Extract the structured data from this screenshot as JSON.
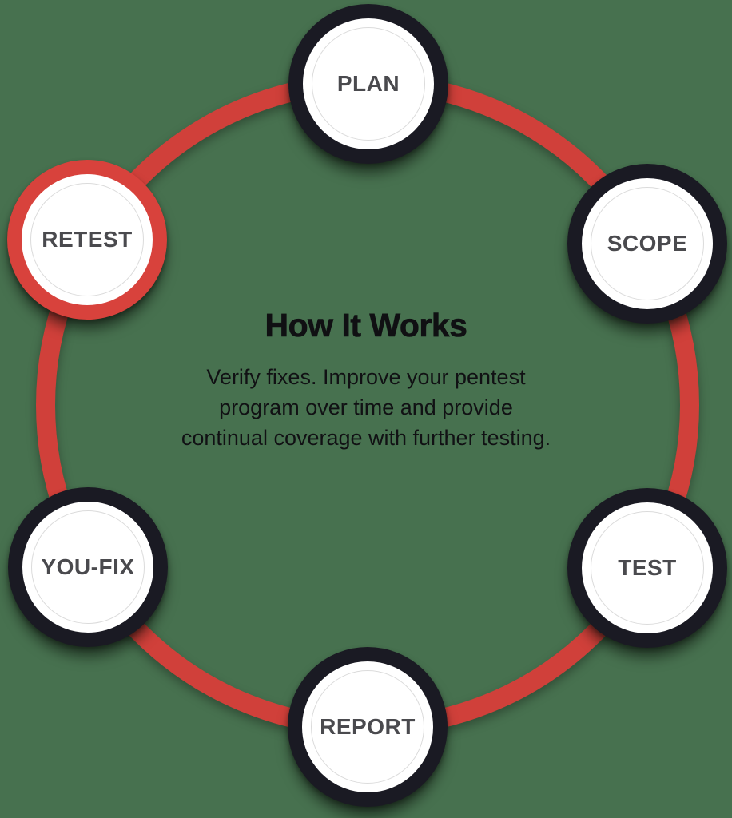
{
  "diagram": {
    "title": "How It Works",
    "description": "Verify fixes. Improve your pentest\nprogram over time and provide\ncontinual coverage with further testing.",
    "nodes": [
      {
        "label": "PLAN",
        "position": "top",
        "variant": "dark"
      },
      {
        "label": "SCOPE",
        "position": "upper-right",
        "variant": "dark"
      },
      {
        "label": "TEST",
        "position": "lower-right",
        "variant": "dark"
      },
      {
        "label": "REPORT",
        "position": "bottom",
        "variant": "dark"
      },
      {
        "label": "YOU-FIX",
        "position": "lower-left",
        "variant": "dark"
      },
      {
        "label": "RETEST",
        "position": "upper-left",
        "variant": "red-highlight"
      }
    ],
    "colors": {
      "background_green": "#47714F",
      "ring_red": "#D0403A",
      "highlight_red": "#D8423C",
      "node_ring_dark": "#1A1A23",
      "inner_hairline": "#DBDBDB",
      "label_gray": "#4A4A4E",
      "text_dark": "#101013"
    }
  }
}
